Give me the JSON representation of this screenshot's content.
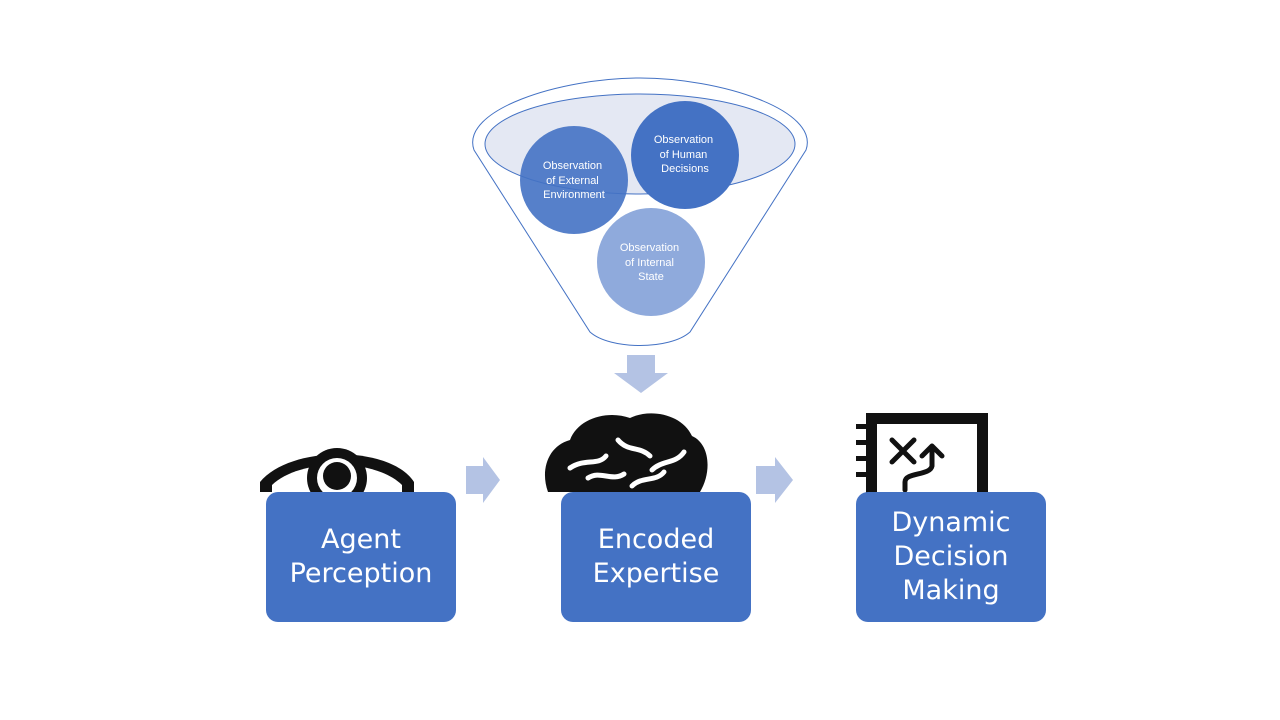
{
  "funnel": {
    "circles": [
      {
        "id": "external",
        "lines": [
          "Observation",
          "of External",
          "Environment"
        ]
      },
      {
        "id": "human",
        "lines": [
          "Observation",
          "of Human",
          "Decisions"
        ]
      },
      {
        "id": "internal",
        "lines": [
          "Observation",
          "of Internal",
          "State"
        ]
      }
    ]
  },
  "stages": [
    {
      "lines": [
        "Agent",
        "Perception"
      ],
      "icon": "eye-icon"
    },
    {
      "lines": [
        "Encoded",
        "Expertise"
      ],
      "icon": "brain-icon"
    },
    {
      "lines": [
        "Dynamic",
        "Decision",
        "Making"
      ],
      "icon": "strategy-board-icon"
    }
  ],
  "colors": {
    "box": "#4472C4",
    "arrow": "#B4C3E4",
    "circle_dark": "#4472C4",
    "circle_light": "#8FAADC",
    "funnel_fill": "#E4E8F3"
  }
}
